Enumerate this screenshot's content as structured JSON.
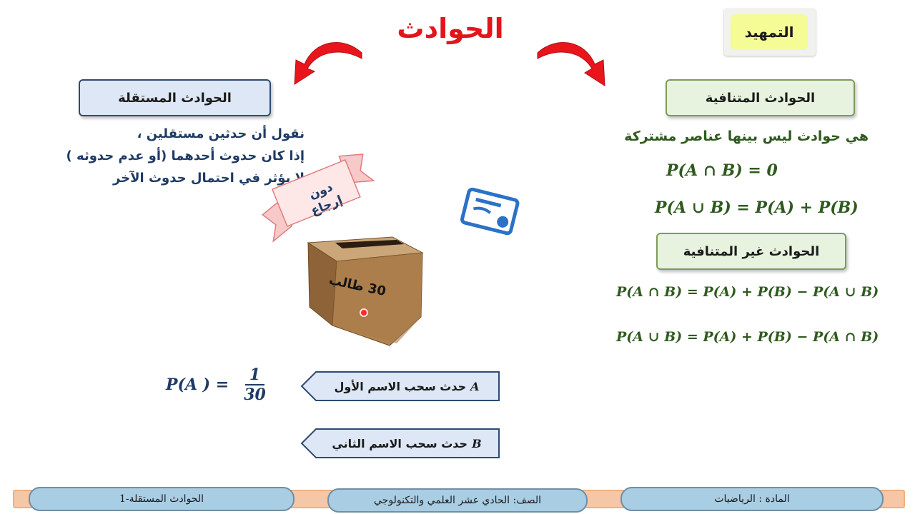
{
  "title": "الحوادث",
  "badge": "التمهيد",
  "independent": {
    "heading": "الحوادث المستقلة",
    "lines": [
      "نقول أن حدثين مستقلين ،",
      "إذا كان حدوث أحدهما (أو عدم حدوثه )",
      "لا يؤثر في احتمال حدوث الآخر"
    ]
  },
  "ribbon": {
    "line1": "دون",
    "line2": "إرجاع"
  },
  "box_label": "30 طالب",
  "events": {
    "a_letter": "A",
    "a_text": "حدث سحب الاسم الأول",
    "b_letter": "B",
    "b_text": "حدث سحب الاسم الثاني"
  },
  "probability": {
    "lhs": "P(A ) =",
    "num": "1",
    "den": "30"
  },
  "exclusive": {
    "heading": "الحوادث المتنافية",
    "definition": "هي حوادث ليس بينها عناصر مشتركة",
    "formula1": "P(A ∩  B) = 0",
    "formula2": "P(A ∪ B) = P(A) + P(B)"
  },
  "non_exclusive": {
    "heading": "الحوادث غير المتنافية",
    "formula1": "P(A ∩  B) = P(A) + P(B) − P(A ∪  B)",
    "formula2": "P(A ∪ B) = P(A) + P(B) − P(A ∩ B)"
  },
  "footer": {
    "subject": "المادة : الرياضيات",
    "grade": "الصف: الحادي عشر العلمي والتكنولوجي",
    "lesson": "الحوادث المستقلة-1"
  },
  "colors": {
    "title_red": "#e4141b",
    "arrow_red": "#e8161c",
    "navy_text": "#1f3a66",
    "green_text": "#2f5a1f",
    "badge_yellow": "#f5fb95"
  }
}
